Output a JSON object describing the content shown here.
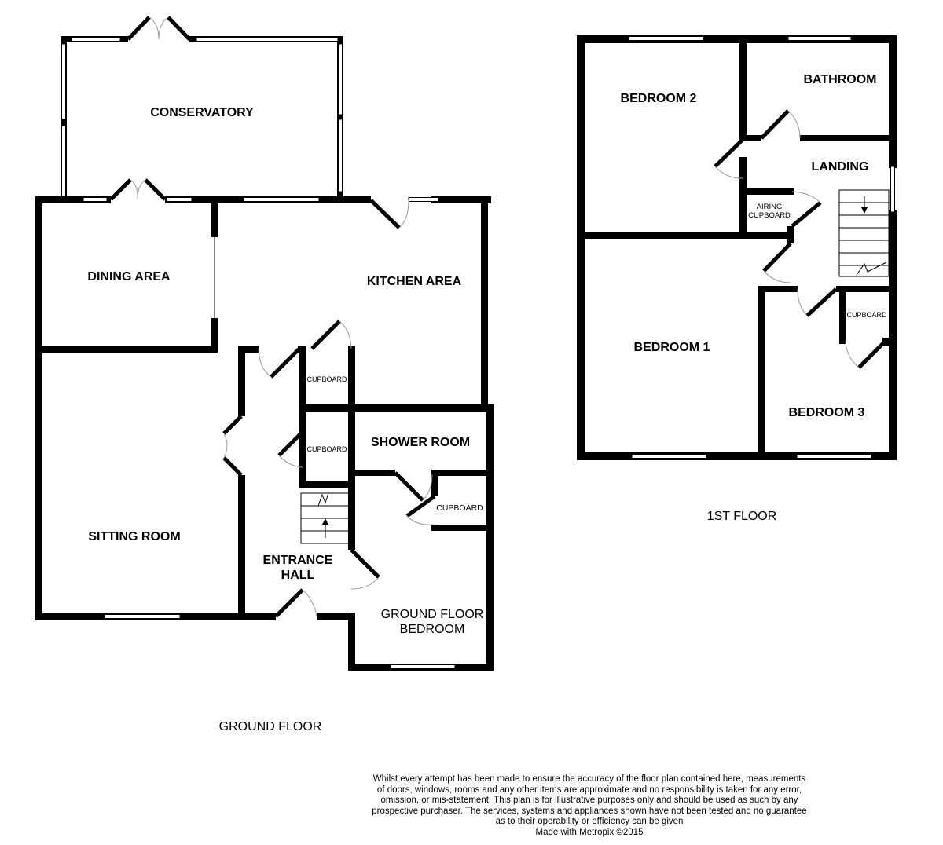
{
  "ground_floor": {
    "label": "GROUND FLOOR",
    "rooms": {
      "conservatory": "CONSERVATORY",
      "dining_area": "DINING AREA",
      "kitchen_area": "KITCHEN AREA",
      "sitting_room": "SITTING ROOM",
      "entrance_hall_1": "ENTRANCE",
      "entrance_hall_2": "HALL",
      "shower_room": "SHOWER ROOM",
      "cupboard_1": "CUPBOARD",
      "cupboard_2": "CUPBOARD",
      "cupboard_3": "CUPBOARD",
      "gf_bedroom_1": "GROUND FLOOR",
      "gf_bedroom_2": "BEDROOM"
    }
  },
  "first_floor": {
    "label": "1ST FLOOR",
    "rooms": {
      "bedroom_2": "BEDROOM 2",
      "bathroom": "BATHROOM",
      "landing": "LANDING",
      "airing_1": "AIRING",
      "airing_2": "CUPBOARD",
      "bedroom_1": "BEDROOM 1",
      "bedroom_3": "BEDROOM 3",
      "cupboard": "CUPBOARD"
    }
  },
  "disclaimer": {
    "line1": "Whilst every attempt has been made to ensure the accuracy of the floor plan contained here, measurements",
    "line2": "of doors, windows, rooms and any other items are approximate and no responsibility is taken for any error,",
    "line3": "omission, or mis-statement. This plan is for illustrative purposes only and should be used as such by any",
    "line4": "prospective purchaser. The services, systems and appliances shown have not been tested and no guarantee",
    "line5": "as to their operability or efficiency can be given",
    "credit": "Made with Metropix ©2015"
  }
}
